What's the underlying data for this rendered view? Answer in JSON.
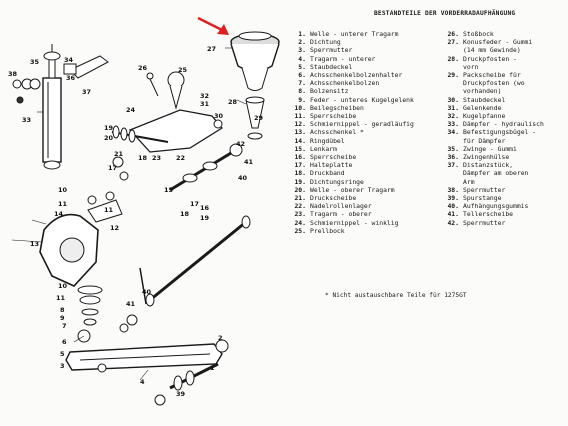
{
  "title": "BESTANDTEILE DER VORDERRADAUFHÄNGUNG",
  "parts_left": [
    {
      "n": "1.",
      "t": "Welle - unterer Tragarm"
    },
    {
      "n": "2.",
      "t": "Dichtung"
    },
    {
      "n": "3.",
      "t": "Sperrmutter"
    },
    {
      "n": "4.",
      "t": "Tragarm - unterer"
    },
    {
      "n": "5.",
      "t": "Staubdeckel"
    },
    {
      "n": "6.",
      "t": "Achsschenkelbolzenhalter"
    },
    {
      "n": "7.",
      "t": "Achsschenkelbolzen"
    },
    {
      "n": "8.",
      "t": "Bolzensitz"
    },
    {
      "n": "9.",
      "t": "Feder - unteres Kugelgelenk"
    },
    {
      "n": "10.",
      "t": "Beilegscheiben"
    },
    {
      "n": "11.",
      "t": "Sperrscheibe"
    },
    {
      "n": "12.",
      "t": "Schmiernippel - geradläufig"
    },
    {
      "n": "13.",
      "t": "Achsschenkel *"
    },
    {
      "n": "14.",
      "t": "Ringdübel"
    },
    {
      "n": "15.",
      "t": "Lenkarm"
    },
    {
      "n": "16.",
      "t": "Sperrscheibe"
    },
    {
      "n": "17.",
      "t": "Halteplatte"
    },
    {
      "n": "18.",
      "t": "Druckband"
    },
    {
      "n": "19.",
      "t": "Dichtungsringe"
    },
    {
      "n": "20.",
      "t": "Welle - oberer Tragarm"
    },
    {
      "n": "21.",
      "t": "Druckscheibe"
    },
    {
      "n": "22.",
      "t": "Nadelrollenlager"
    },
    {
      "n": "23.",
      "t": "Tragarm - oberer"
    },
    {
      "n": "24.",
      "t": "Schmiernippel - winklig"
    },
    {
      "n": "25.",
      "t": "Prellbock"
    }
  ],
  "parts_right": [
    {
      "n": "26.",
      "t": "Stoßbock"
    },
    {
      "n": "27.",
      "t": "Konusfeder - Gummi"
    },
    {
      "n": "",
      "t": "(14 mm Gewinde)"
    },
    {
      "n": "28.",
      "t": "Druckpfosten -"
    },
    {
      "n": "",
      "t": "vorn"
    },
    {
      "n": "29.",
      "t": "Packscheibe für"
    },
    {
      "n": "",
      "t": "Druckpfosten (wo"
    },
    {
      "n": "",
      "t": "vorhanden)"
    },
    {
      "n": "30.",
      "t": "Staubdeckel"
    },
    {
      "n": "31.",
      "t": "Gelenkende"
    },
    {
      "n": "32.",
      "t": "Kugelpfanne"
    },
    {
      "n": "33.",
      "t": "Dämpfer - hydraulisch"
    },
    {
      "n": "34.",
      "t": "Befestigungsbügel -"
    },
    {
      "n": "",
      "t": "für Dämpfer"
    },
    {
      "n": "35.",
      "t": "Zwinge - Gummi"
    },
    {
      "n": "36.",
      "t": "Zwingenhülse"
    },
    {
      "n": "37.",
      "t": "Distanzstück,"
    },
    {
      "n": "",
      "t": "Dämpfer am oberen"
    },
    {
      "n": "",
      "t": "Arm"
    },
    {
      "n": "38.",
      "t": "Sperrmutter"
    },
    {
      "n": "39.",
      "t": "Spurstange"
    },
    {
      "n": "40.",
      "t": "Aufhängungsgummis"
    },
    {
      "n": "41.",
      "t": "Tellerscheibe"
    },
    {
      "n": "42.",
      "t": "Sperrmutter"
    }
  ],
  "note": "* Nicht austauschbare Teile für 1275GT",
  "callouts": {
    "c1": "1",
    "c2": "2",
    "c3": "3",
    "c4": "4",
    "c5": "5",
    "c6": "6",
    "c7": "7",
    "c8": "8",
    "c9": "9",
    "c10": "10",
    "c11": "11",
    "c12": "12",
    "c13": "13",
    "c14": "14",
    "c15": "15",
    "c16": "16",
    "c17": "17",
    "c18": "18",
    "c19": "19",
    "c20": "20",
    "c21": "21",
    "c22": "22",
    "c23": "23",
    "c24": "24",
    "c25": "25",
    "c26": "26",
    "c27": "27",
    "c28": "28",
    "c29": "29",
    "c30": "30",
    "c31": "31",
    "c32": "32",
    "c33": "33",
    "c34": "34",
    "c35": "35",
    "c36": "36",
    "c37": "37",
    "c38": "38",
    "c39": "39",
    "c40": "40",
    "c41": "41",
    "c42": "42"
  },
  "colors": {
    "ink": "#1a1a1a",
    "accent_arrow": "#e02020",
    "paper": "#fbfbf9"
  }
}
